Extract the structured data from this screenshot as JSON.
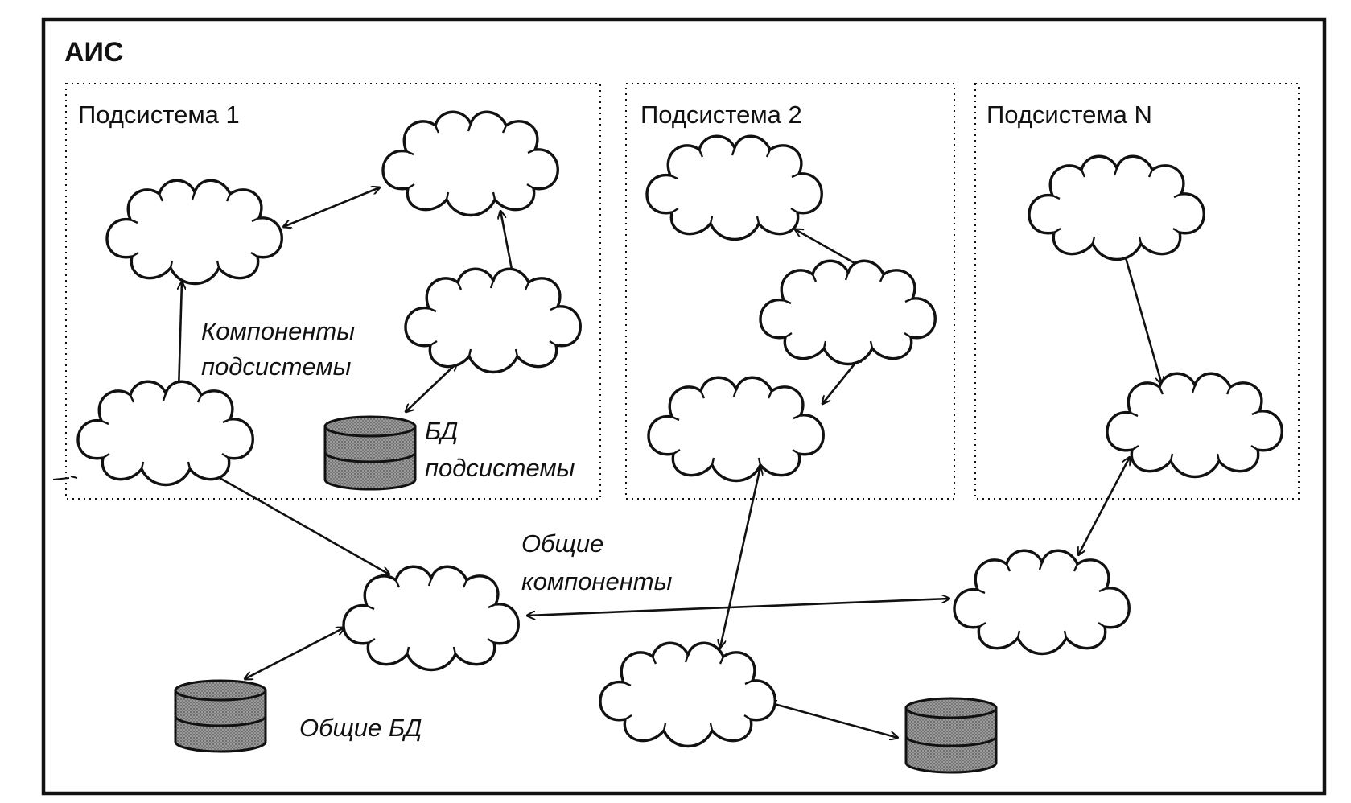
{
  "system": {
    "title": "АИС"
  },
  "subsystems": [
    {
      "title": "Подсистема 1"
    },
    {
      "title": "Подсистема 2"
    },
    {
      "title": "Подсистема N"
    }
  ],
  "labels": {
    "subsystem_components_line1": "Компоненты",
    "subsystem_components_line2": "подсистемы",
    "subsystem_db_line1": "БД",
    "subsystem_db_line2": "подсистемы",
    "shared_components_line1": "Общие",
    "shared_components_line2": "компоненты",
    "shared_db": "Общие БД"
  },
  "colors": {
    "line": "#111111",
    "database_fill": "#8a8a8a",
    "background": "#ffffff"
  }
}
